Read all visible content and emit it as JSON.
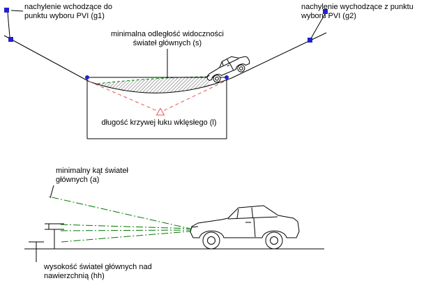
{
  "labels": {
    "g1": "nachylenie wchodzące do\npunktu wyboru PVI (g1)",
    "g2": "nachylenie wychodzące z punktu\nwyboru PVI (g2)",
    "s": "minimalna odległość widoczności\nświateł głównych (s)",
    "l": "długość krzywej łuku wklęsłego (l)",
    "a": "minimalny kąt świateł\ngłównych (a)",
    "hh": "wysokość świateł głównych nad\nnawierzchnią (hh)"
  },
  "colors": {
    "grip_marker_blue": "#2222cc",
    "dimension_dot_blue": "#2222cc",
    "tangent_extension_red": "#e25555",
    "pvi_triangle_red": "#e25555",
    "sight_line_green": "#008000",
    "headlight_beam_green": "#007700",
    "hatch_gray": "#8a8a8a",
    "line_black": "#000000",
    "background": "#ffffff"
  },
  "markers": {
    "pvi_selection_point": "blue-square-grip",
    "sag_pvi": "red-open-triangle",
    "sight_distance_endpoint": "blue-filled-circle"
  }
}
